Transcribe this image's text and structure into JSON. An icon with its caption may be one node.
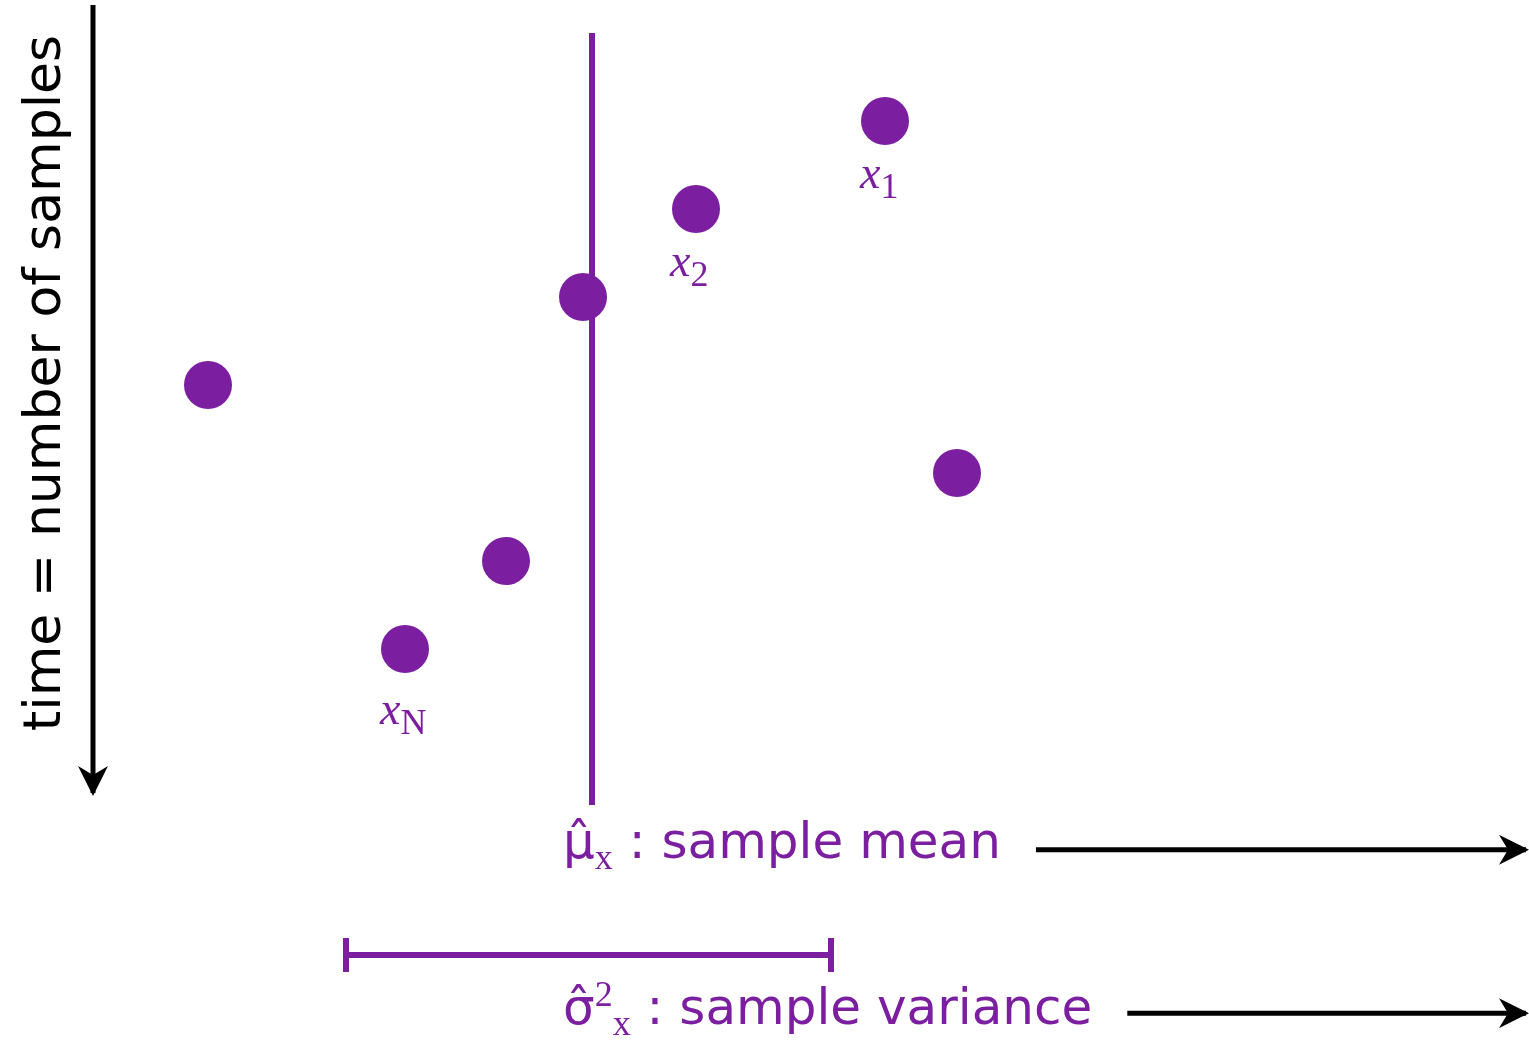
{
  "diagram": {
    "nodes": [
      {
        "text": [],
        "shape": "circle",
        "beside": [
          "*x*$_{1}$"
        ]
      },
      {
        "text": [],
        "shape": "circle",
        "beside": [
          "*x*$_{2}$"
        ]
      },
      {
        "text": [],
        "shape": "circle"
      },
      {
        "text": [],
        "shape": "circle"
      },
      {
        "text": [],
        "shape": "circle"
      },
      {
        "text": [],
        "shape": "circle"
      },
      {
        "text": [],
        "shape": "circle",
        "beside": [
          "*x*$_{N}$"
        ]
      },
      {
        "text": [
          "μ̂$_{x}$ : sample mean"
        ]
      },
      {
        "text": [
          "σ̂$^{2}$$_{x}$ : sample variance"
        ]
      }
    ],
    "edges": [
      {
        "from": 7,
        "to": null,
        "arrow": "to"
      },
      {
        "from": 8,
        "to": null,
        "arrow": "to"
      }
    ],
    "labels": [
      "time = number of samples"
    ]
  }
}
